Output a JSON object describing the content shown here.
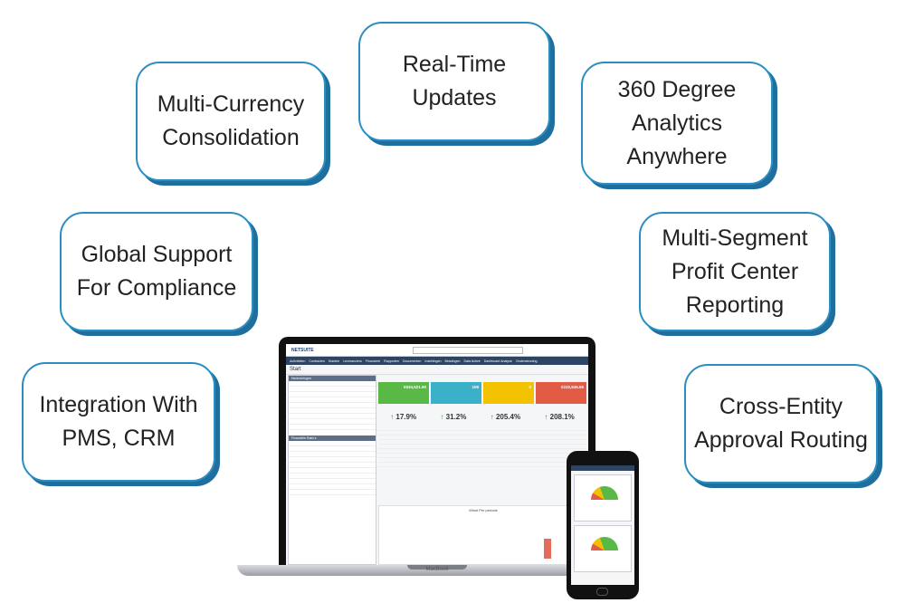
{
  "features": [
    {
      "id": "multi-currency",
      "text": "Multi-Currency\nConsolidation"
    },
    {
      "id": "real-time",
      "text": "Real-Time\nUpdates"
    },
    {
      "id": "analytics",
      "text": "360 Degree\nAnalytics\nAnywhere"
    },
    {
      "id": "compliance",
      "text": "Global Support\nFor Compliance"
    },
    {
      "id": "multi-segment",
      "text": "Multi-Segment\nProfit Center\nReporting"
    },
    {
      "id": "integration",
      "text": "Integration With\nPMS, CRM"
    },
    {
      "id": "approval",
      "text": "Cross-Entity\nApproval Routing"
    }
  ],
  "laptop": {
    "brand": "MacBook",
    "app_logo": "NETSUITE",
    "page_title": "Start",
    "nav": [
      "Activiteiten",
      "Contracten",
      "Klanten",
      "Leveranciers",
      "Financieel",
      "Rapporten",
      "Documenten",
      "Instellingen",
      "Betalingen",
      "Data Active",
      "Dashboard Analyse",
      "Ondersteuning"
    ],
    "left_panel_title": "Herinneringen",
    "left_panel2_title": "Financiële Ratio's",
    "tiles": [
      {
        "value": "€534,521.90",
        "color": "#58b947"
      },
      {
        "value": "108",
        "color": "#3bb0c9"
      },
      {
        "value": "0",
        "color": "#f2c200"
      },
      {
        "value": "€232,646.55",
        "color": "#e25b45"
      }
    ],
    "kpis": [
      "17.9%",
      "31.2%",
      "205.4%",
      "208.1%"
    ],
    "chart_title": "Winst Per periode"
  }
}
